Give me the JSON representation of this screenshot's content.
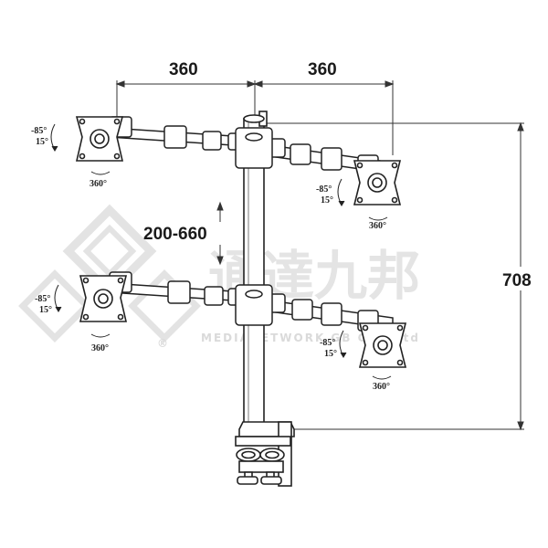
{
  "dimensions": {
    "width_left": "360",
    "width_right": "360",
    "pole_adjust": "200-660",
    "height": "708"
  },
  "vesa_labels": {
    "tilt_up": "-85°",
    "tilt_down": "15°",
    "rotation": "360°"
  },
  "watermark": {
    "brand_cjk": "通達九邦",
    "registered": "®",
    "company": "MEDIANETWORK GB Co., Ltd"
  }
}
